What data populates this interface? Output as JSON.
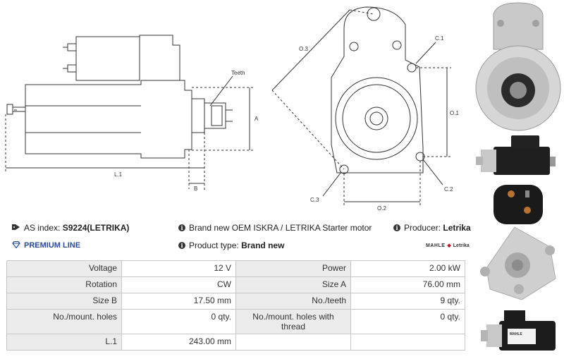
{
  "drawing": {
    "labels": {
      "teeth": "Teeth",
      "a": "A",
      "b": "B",
      "l1": "L.1",
      "o1": "O.1",
      "o2": "O.2",
      "o3": "O.3",
      "c1": "C.1",
      "c2": "C.2",
      "c3": "C.3"
    }
  },
  "info": {
    "as_index_label": "AS index:",
    "as_index_value": "S9224(LETRIKA)",
    "premium_line": "PREMIUM LINE",
    "description": "Brand new OEM ISKRA / LETRIKA Starter motor",
    "product_type_label": "Product type:",
    "product_type_value": "Brand new",
    "producer_label": "Producer:",
    "producer_value": "Letrika",
    "brand_logo_mahle": "MAHLE",
    "brand_logo_letrika": "Letrika"
  },
  "specs": {
    "rows": [
      {
        "l1": "Voltage",
        "v1": "12 V",
        "l2": "Power",
        "v2": "2.00 kW"
      },
      {
        "l1": "Rotation",
        "v1": "CW",
        "l2": "Size A",
        "v2": "76.00 mm"
      },
      {
        "l1": "Size B",
        "v1": "17.50 mm",
        "l2": "No./teeth",
        "v2": "9 qty."
      },
      {
        "l1": "No./mount. holes",
        "v1": "0 qty.",
        "l2": "No./mount. holes with thread",
        "v2": "0 qty."
      },
      {
        "l1": "L.1",
        "v1": "243.00 mm",
        "l2": "",
        "v2": ""
      }
    ]
  },
  "photos": {
    "product_label_text": "MAHLE"
  }
}
